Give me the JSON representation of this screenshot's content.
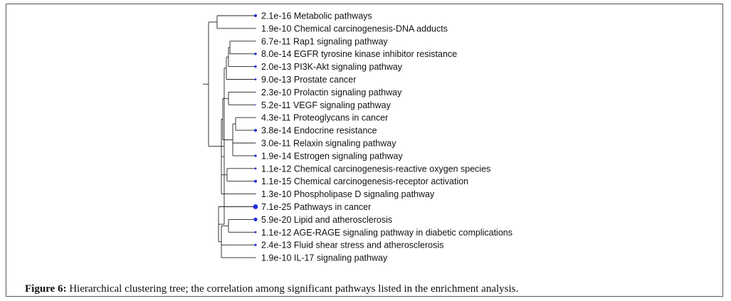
{
  "leaves": [
    {
      "pvalue": "2.1e-16",
      "name": "Metabolic pathways",
      "size": 2
    },
    {
      "pvalue": "1.9e-10",
      "name": "Chemical carcinogenesis-DNA adducts",
      "size": 0.6
    },
    {
      "pvalue": "6.7e-11",
      "name": "Rap1 signaling pathway",
      "size": 0.6
    },
    {
      "pvalue": "8.0e-14",
      "name": "EGFR tyrosine kinase inhibitor resistance",
      "size": 1.7
    },
    {
      "pvalue": "2.0e-13",
      "name": "PI3K-Akt signaling pathway",
      "size": 1.7
    },
    {
      "pvalue": "9.0e-13",
      "name": "Prostate cancer",
      "size": 1.4
    },
    {
      "pvalue": "2.3e-10",
      "name": "Prolactin signaling pathway",
      "size": 0.6
    },
    {
      "pvalue": "5.2e-11",
      "name": "VEGF signaling pathway",
      "size": 0.8
    },
    {
      "pvalue": "4.3e-11",
      "name": "Proteoglycans in cancer",
      "size": 0.6
    },
    {
      "pvalue": "3.8e-14",
      "name": "Endocrine resistance",
      "size": 2
    },
    {
      "pvalue": "3.0e-11",
      "name": "Relaxin signaling pathway",
      "size": 0.6
    },
    {
      "pvalue": "1.9e-14",
      "name": "Estrogen signaling pathway",
      "size": 1.7
    },
    {
      "pvalue": "1.1e-12",
      "name": "Chemical carcinogenesis-reactive oxygen species",
      "size": 1.4
    },
    {
      "pvalue": "1.1e-15",
      "name": "Chemical carcinogenesis-receptor activation",
      "size": 2
    },
    {
      "pvalue": "1.3e-10",
      "name": "Phospholipase D signaling pathway",
      "size": 0.6
    },
    {
      "pvalue": "7.1e-25",
      "name": "Pathways in cancer",
      "size": 3.4
    },
    {
      "pvalue": "5.9e-20",
      "name": "Lipid and atherosclerosis",
      "size": 2.6
    },
    {
      "pvalue": "1.1e-12",
      "name": "AGE-RAGE signaling pathway in diabetic complications",
      "size": 1.4
    },
    {
      "pvalue": "2.4e-13",
      "name": "Fluid shear stress and atherosclerosis",
      "size": 1.6
    },
    {
      "pvalue": "1.9e-10",
      "name": "IL-17 signaling pathway",
      "size": 0.6
    }
  ],
  "colors": {
    "dot": "#1f2fd6",
    "line": "#222222"
  },
  "caption": {
    "label": "Figure 6:",
    "text": " Hierarchical clustering tree; the correlation among significant pathways listed in the enrichment analysis."
  }
}
